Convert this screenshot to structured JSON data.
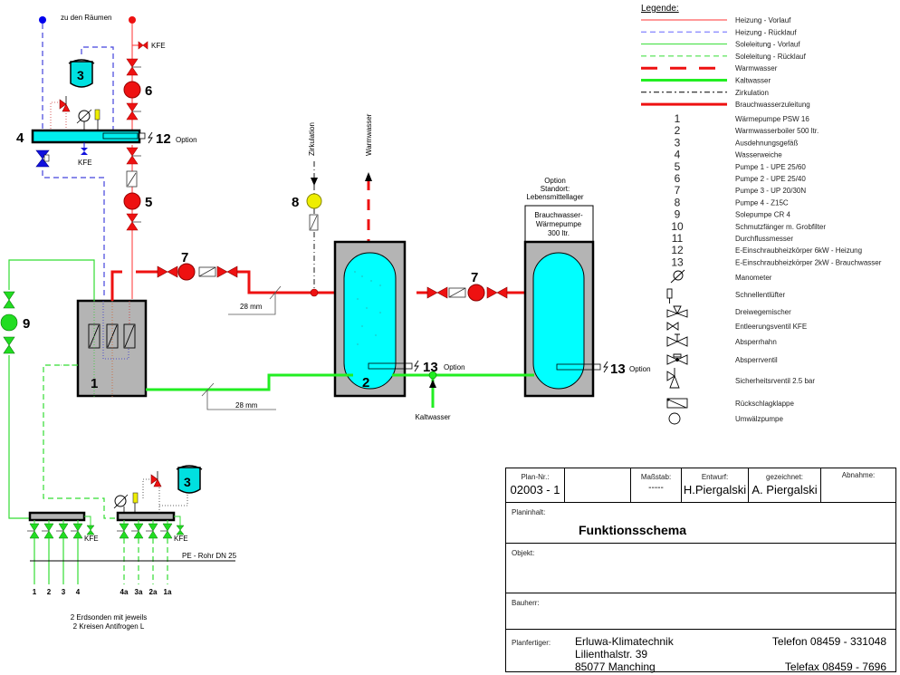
{
  "diagram": {
    "top_label": "zu den Räumen",
    "labels": {
      "kfe": "KFE",
      "option": "Option",
      "zirkulation": "Zirkulation",
      "warmwasser": "Warmwasser",
      "kaltwasser": "Kaltwasser",
      "pipe_size_1": "28 mm",
      "pipe_size_2": "28 mm",
      "pe_rohr": "PE - Rohr DN 25",
      "note_line1": "2 Erdsonden mit jeweils",
      "note_line2": "2 Kreisen Antifrogen L",
      "option_standort_1": "Option",
      "option_standort_2": "Standort:",
      "option_standort_3": "Lebensmittellager",
      "hp_box_1": "Brauchwasser-",
      "hp_box_2": "Wärmepumpe",
      "hp_box_3": "300 ltr."
    },
    "component_numbers": {
      "heatpump": "1",
      "boiler": "2",
      "expansion_top": "3",
      "expansion_bottom": "3",
      "hydraulic_switch": "4",
      "pump1": "5",
      "pump2": "6",
      "pump3_left": "7",
      "pump3_right": "7",
      "pump4": "8",
      "brine_pump": "9",
      "heater_12": "12",
      "heater_13_boiler": "13",
      "heater_13_hp": "13"
    },
    "probe_labels": [
      "1",
      "2",
      "3",
      "4",
      "4a",
      "3a",
      "2a",
      "1a"
    ]
  },
  "legend": {
    "title": "Legende:",
    "lines": [
      {
        "label": "Heizung - Vorlauf",
        "color": "#ff3333",
        "style": "thin-solid"
      },
      {
        "label": "Heizung - Rücklauf",
        "color": "#6666ff",
        "style": "thin-dashed"
      },
      {
        "label": "Soleleitung - Vorlauf",
        "color": "#33dd33",
        "style": "thin-solid"
      },
      {
        "label": "Soleleitung - Rücklauf",
        "color": "#33dd33",
        "style": "thin-dashed"
      },
      {
        "label": "Warmwasser",
        "color": "#ee1111",
        "style": "thick-dashed"
      },
      {
        "label": "Kaltwasser",
        "color": "#22ee22",
        "style": "thick-solid"
      },
      {
        "label": "Zirkulation",
        "color": "#000000",
        "style": "dash-dot"
      },
      {
        "label": "Brauchwasserzuleitung",
        "color": "#ee1111",
        "style": "thick-solid"
      }
    ],
    "items": [
      {
        "num": "1",
        "label": "Wärmepumpe PSW 16"
      },
      {
        "num": "2",
        "label": "Warmwasserboiler 500 ltr."
      },
      {
        "num": "3",
        "label": "Ausdehnungsgefäß"
      },
      {
        "num": "4",
        "label": "Wasserweiche"
      },
      {
        "num": "5",
        "label": "Pumpe 1 - UPE 25/60"
      },
      {
        "num": "6",
        "label": "Pumpe 2 - UPE 25/40"
      },
      {
        "num": "7",
        "label": "Pumpe 3 - UP 20/30N"
      },
      {
        "num": "8",
        "label": "Pumpe 4 - Z15C"
      },
      {
        "num": "9",
        "label": "Solepumpe CR 4"
      },
      {
        "num": "10",
        "label": "Schmutzfänger m. Grobfilter"
      },
      {
        "num": "11",
        "label": "Durchflussmesser"
      },
      {
        "num": "12",
        "label": "E-Einschraubheizkörper 6kW - Heizung"
      },
      {
        "num": "13",
        "label": "E-Einschraubheizkörper 2kW - Brauchwasser"
      }
    ],
    "symbols": [
      {
        "icon": "manometer-icon",
        "label": "Manometer"
      },
      {
        "icon": "air-vent-icon",
        "label": "Schnellentlüfter"
      },
      {
        "icon": "three-way-mixer-icon",
        "label": "Dreiwegemischer"
      },
      {
        "icon": "drain-valve-icon",
        "label": "Entleerungsventil KFE"
      },
      {
        "icon": "shutoff-cock-icon",
        "label": "Absperrhahn"
      },
      {
        "icon": "shutoff-valve-icon",
        "label": "Absperrventil"
      },
      {
        "icon": "safety-valve-icon",
        "label": "Sicherheitsrventil 2.5 bar"
      },
      {
        "icon": "check-valve-icon",
        "label": "Rückschlagklappe"
      },
      {
        "icon": "circulation-pump-icon",
        "label": "Umwälzpumpe"
      }
    ]
  },
  "titleblock": {
    "plan_nr_label": "Plan-Nr.:",
    "plan_nr": "02003 - 1",
    "massstab_label": "Maßstab:",
    "massstab": "-----",
    "entwurf_label": "Entwurf:",
    "entwurf": "H.Piergalski",
    "gezeichnet_label": "gezeichnet:",
    "gezeichnet": "A. Piergalski",
    "abnahme_label": "Abnahme:",
    "planinhalt_label": "Planinhalt:",
    "planinhalt": "Funktionsschema",
    "objekt_label": "Objekt:",
    "bauherr_label": "Bauherr:",
    "planfertiger_label": "Planfertiger:",
    "company": "Erluwa-Klimatechnik",
    "street": "Lilienthalstr. 39",
    "city": "85077 Manching",
    "telefon": "Telefon  08459 - 331048",
    "telefax": "Telefax  08459 - 7696"
  },
  "colors": {
    "heating_supply": "#ff3333",
    "heating_return": "#4444dd",
    "brine": "#33dd33",
    "hot_water": "#ee1111",
    "cold_water": "#22ee22",
    "tank_fill": "#00ffff",
    "housing": "#b4b4b4"
  }
}
